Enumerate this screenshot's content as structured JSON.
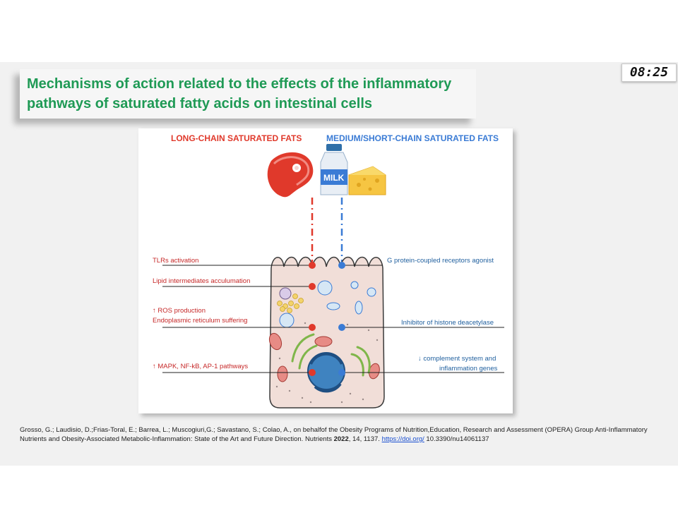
{
  "slide": {
    "title": "Mechanisms of action related to the effects of the inflammatory pathways of saturated fatty acids on intestinal cells",
    "clock": "08:25"
  },
  "figure": {
    "header_left": "LONG-CHAIN SATURATED FATS",
    "header_right": "MEDIUM/SHORT-CHAIN SATURATED FATS",
    "milk_label": "MILK",
    "labels_left": [
      "TLRs activation",
      "Lipid intermediates acculumation",
      "↑ ROS production",
      "Endoplasmic reticulum suffering",
      "↑ MAPK, NF-kB, AP-1 pathways"
    ],
    "labels_right": [
      "G protein-coupled receptors agonist",
      "Inhibitor of histone deacetylase",
      "↓ complement system and",
      "inflammation genes"
    ],
    "colors": {
      "long_chain": "#e0392b",
      "medium_short_chain": "#3a7bd5",
      "cell_fill": "#f1ded8",
      "cell_stroke": "#3a3a3a",
      "nucleus": "#2f6fa8"
    }
  },
  "citation": {
    "text_main": "Grosso, G.; Laudisio, D.;Frias-Toral, E.; Barrea, L.; Muscogiuri,G.; Savastano, S.; Colao, A., on behalfof the Obesity Programs of Nutrition,Education, Research and Assessment (OPERA) Group Anti-Inflammatory Nutrients and Obesity-Associated Metabolic-Inflammation: State of the Art and Future Direction. Nutrients ",
    "year": "2022",
    "vol": ", 14, 1137. ",
    "link": "https://doi.org/",
    "doi": " 10.3390/nu14061137"
  }
}
